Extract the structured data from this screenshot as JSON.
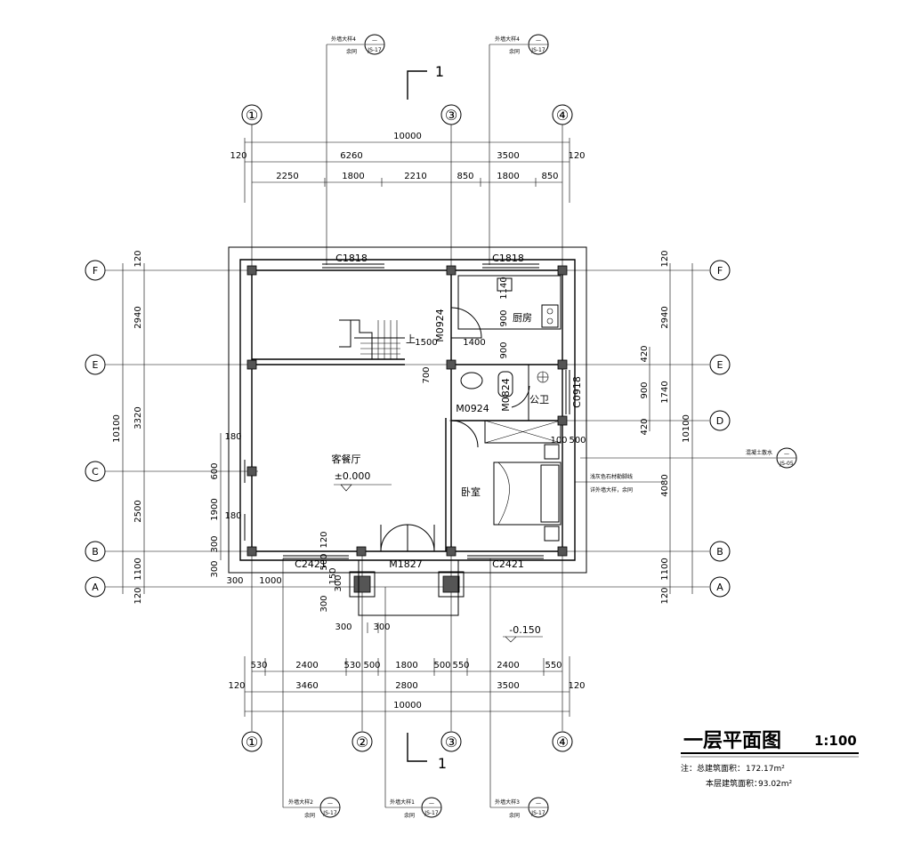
{
  "grid_bubbles": {
    "top": [
      "①",
      "③",
      "④"
    ],
    "bottom": [
      "①",
      "②",
      "③",
      "④"
    ],
    "left": [
      "F",
      "E",
      "C",
      "B",
      "A"
    ],
    "right": [
      "F",
      "E",
      "D",
      "B",
      "A"
    ]
  },
  "section_mark": "1",
  "dims_top": {
    "total": "10000",
    "edge": "120",
    "row2": [
      "6260",
      "3500"
    ],
    "row3": [
      "2250",
      "1800",
      "2210",
      "850",
      "1800",
      "850"
    ]
  },
  "dims_bottom": {
    "row1": [
      "530",
      "2400",
      "530",
      "500",
      "1800",
      "500",
      "550",
      "2400",
      "550"
    ],
    "row2": [
      "3460",
      "2800",
      "3500"
    ],
    "edge": "120",
    "total": "10000"
  },
  "dims_left": {
    "outer": [
      "120",
      "2940",
      "3320",
      "2500",
      "1100",
      "120"
    ],
    "total": "10100",
    "inner": [
      "180",
      "600",
      "1900",
      "180",
      "300",
      "300"
    ]
  },
  "dims_right": {
    "outer": [
      "120",
      "2940",
      "1740",
      "4080",
      "1100",
      "120"
    ],
    "inner": [
      "420",
      "900",
      "420"
    ],
    "total": "10100"
  },
  "dims_misc": [
    "1500",
    "1400",
    "900",
    "900",
    "700",
    "1140",
    "100",
    "500",
    "120",
    "500",
    "150",
    "300",
    "300",
    "300",
    "300",
    "300",
    "1000"
  ],
  "openings": [
    "C1818",
    "C1818",
    "M0924",
    "M0924",
    "M0824",
    "C0918",
    "C2421",
    "M1827",
    "C2421"
  ],
  "rooms": {
    "kitchen": "厨房",
    "toilet": "公卫",
    "living": "客餐厅",
    "level_main": "±0.000",
    "bedroom": "卧室",
    "level_out": "-0.150",
    "up": "上"
  },
  "callouts": {
    "wall_detail_4": "外墙大样4",
    "wall_detail_1": "外墙大样1",
    "wall_detail_2": "外墙大样2",
    "wall_detail_3": "外墙大样3",
    "same": "余同",
    "concrete_band": "混凝土散水",
    "skirting_line1": "浅灰色石材勒脚线",
    "skirting_line2": "详外墙大样，余同",
    "ref_top": "—",
    "ref_bottom": "JS-17",
    "ref_bottom_05": "JS-05"
  },
  "title": {
    "main": "一层平面图",
    "scale": "1:100",
    "note_label": "注：总建筑面积：",
    "note_total": "172.17m²",
    "note_floor_label": "本层建筑面积：",
    "note_floor": "93.02m²"
  }
}
